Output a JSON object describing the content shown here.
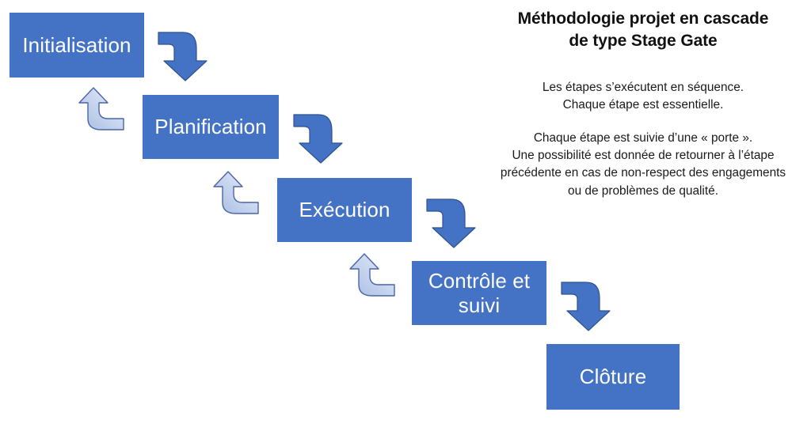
{
  "document": {
    "title": "Méthodologie projet en cascade de type Stage Gate",
    "title_line1": "Méthodologie projet en cascade",
    "title_line2": "de type Stage Gate",
    "background_color": "#FFFFFF"
  },
  "colors": {
    "stage_fill": "#4472C4",
    "stage_text": "#FFFFFF",
    "forward_arrow_fill": "#4472C4",
    "forward_arrow_stroke": "#2F528F",
    "return_arrow_fill_light": "#DCE5F5",
    "return_arrow_fill_dark": "#A8BDE3",
    "return_arrow_stroke": "#4A64A8",
    "text_color": "#111111"
  },
  "notes": {
    "paragraph1": "Les étapes s’exécutent en séquence.\nChaque étape est essentielle.",
    "paragraph2": "Chaque étape est suivie d’une « porte ».\nUne possibilité est donnée de retourner à l’étape\nprécédente en cas de non-respect des engagements\nou de problèmes de qualité."
  },
  "stages": [
    {
      "id": "initialisation",
      "label": "Initialisation",
      "order": 1
    },
    {
      "id": "planification",
      "label": "Planification",
      "order": 2
    },
    {
      "id": "execution",
      "label": "Exécution",
      "order": 3
    },
    {
      "id": "controle-et-suivi",
      "label": "Contrôle et\nsuivi",
      "order": 4
    },
    {
      "id": "cloture",
      "label": "Clôture",
      "order": 5
    }
  ],
  "forward_arrows": [
    {
      "id": "arrow-initialisation-to-planification",
      "from": "Initialisation",
      "to": "Planification",
      "direction": "bend-down-right"
    },
    {
      "id": "arrow-planification-to-execution",
      "from": "Planification",
      "to": "Exécution",
      "direction": "bend-down-right"
    },
    {
      "id": "arrow-execution-to-controle",
      "from": "Exécution",
      "to": "Contrôle et suivi",
      "direction": "bend-down-right"
    },
    {
      "id": "arrow-controle-to-cloture",
      "from": "Contrôle et suivi",
      "to": "Clôture",
      "direction": "bend-down-right"
    }
  ],
  "gate_arrows": [
    {
      "id": "gate-planification-to-initialisation",
      "from": "Planification",
      "to": "Initialisation",
      "direction": "bend-up-left",
      "meaning": "porte / retour à l’étape précédente"
    },
    {
      "id": "gate-execution-to-planification",
      "from": "Exécution",
      "to": "Planification",
      "direction": "bend-up-left",
      "meaning": "porte / retour à l’étape précédente"
    },
    {
      "id": "gate-controle-to-execution",
      "from": "Contrôle et suivi",
      "to": "Exécution",
      "direction": "bend-up-left",
      "meaning": "porte / retour à l’étape précédente"
    }
  ]
}
